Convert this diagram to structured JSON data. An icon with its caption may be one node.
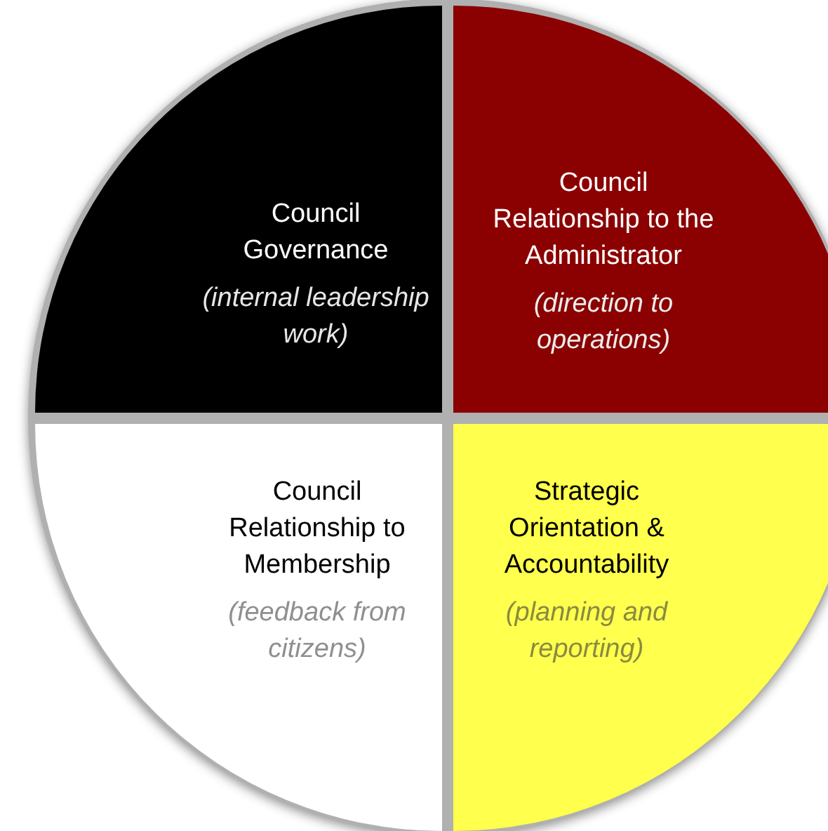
{
  "diagram": {
    "nodes": [
      {
        "text": [
          "Council Governance",
          "(internal leadership work)"
        ]
      },
      {
        "text": [
          "Council Relationship to the Administrator",
          "(direction to operations)"
        ]
      },
      {
        "text": [
          "Council Relationship to Membership",
          "(feedback from citizens)"
        ]
      },
      {
        "text": [
          "Strategic Orientation & Accountability",
          "(planning and reporting)"
        ]
      }
    ]
  }
}
